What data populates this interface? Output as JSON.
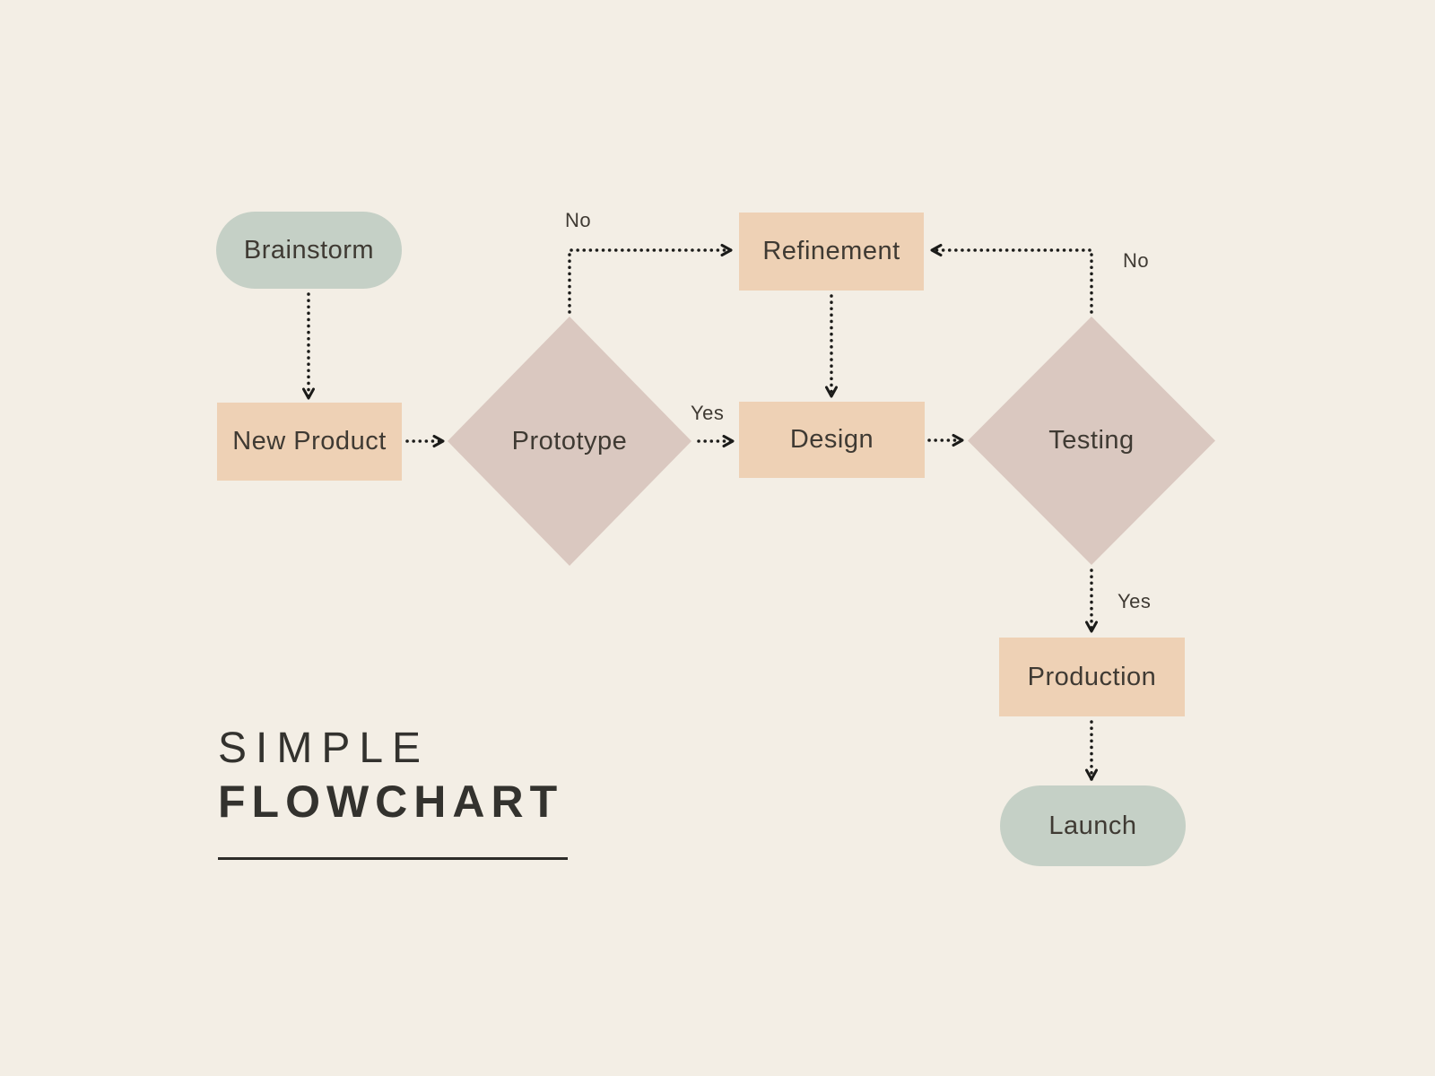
{
  "title": {
    "line1": "SIMPLE",
    "line2": "FLOWCHART"
  },
  "nodes": {
    "brainstorm": {
      "label": "Brainstorm",
      "type": "terminal"
    },
    "new_product": {
      "label": "New Product",
      "type": "process"
    },
    "prototype": {
      "label": "Prototype",
      "type": "decision"
    },
    "refinement": {
      "label": "Refinement",
      "type": "process"
    },
    "design": {
      "label": "Design",
      "type": "process"
    },
    "testing": {
      "label": "Testing",
      "type": "decision"
    },
    "production": {
      "label": "Production",
      "type": "process"
    },
    "launch": {
      "label": "Launch",
      "type": "terminal"
    }
  },
  "edge_labels": {
    "prototype_no": "No",
    "prototype_yes": "Yes",
    "testing_no": "No",
    "testing_yes": "Yes"
  },
  "colors": {
    "background": "#f3eee5",
    "terminal_fill": "#c5d0c6",
    "process_fill": "#eed1b5",
    "decision_fill": "#dac8c0",
    "node_text": "#3f3a33",
    "title_text": "#33322e",
    "connector": "#1b1b19"
  }
}
